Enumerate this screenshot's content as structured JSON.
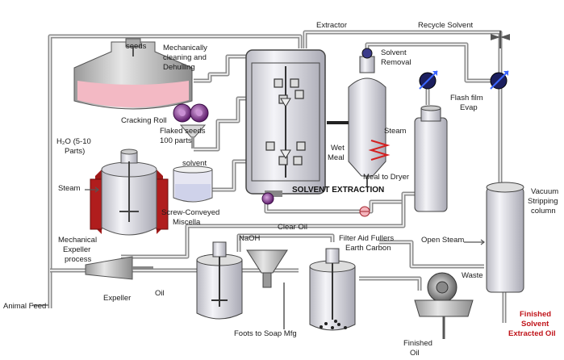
{
  "labels": {
    "seeds": "seeds",
    "mech_cleaning": [
      "Mechanically",
      "cleaning and",
      "Dehulling"
    ],
    "cracking_roll": "Cracking Roll",
    "flaked_seeds": [
      "Flaked seeds",
      "100 parts"
    ],
    "water": [
      "H₂O (5-10",
      "Parts)"
    ],
    "steam_left": "Steam",
    "solvent": "solvent",
    "screw_conveyed": [
      "Screw-Conveyed",
      "Miscella"
    ],
    "mech_expeller": [
      "Mechanical",
      "Expeller",
      "process"
    ],
    "expeller": "Expeller",
    "oil": "Oil",
    "animal_feed": "Animal Feed",
    "extractor": "Extractor",
    "recycle_solvent": "Recycle Solvent",
    "solvent_removal": [
      "Solvent",
      "Removal"
    ],
    "steam_mid": "Steam",
    "wet_meal": [
      "Wet",
      "Meal"
    ],
    "meal_to_dryer": "Meal to Dryer",
    "solvent_extraction": "SOLVENT EXTRACTION",
    "flash_film": [
      "Flash film",
      "Evap"
    ],
    "vacuum_stripping": [
      "Vacuum",
      "Stripping",
      "column"
    ],
    "open_steam": "Open Steam",
    "waste": "Waste",
    "naoh": "NaOH",
    "clear_oil": "Clear Oil",
    "filter_aid": [
      "Filter Aid Fullers",
      "Earth Carbon"
    ],
    "foots": "Foots to Soap Mfg",
    "finished_oil": [
      "Finished",
      "Oil"
    ],
    "finished_solvent": [
      "Finished",
      "Solvent",
      "Extracted Oil"
    ]
  },
  "colors": {
    "pipe": "#8c8c8c",
    "vessel": "#e8e8ee",
    "hopper_fill": "#f3b9c4",
    "jacket": "#a01818",
    "pump": "#7a2a8a",
    "steam_coil": "#d42020",
    "finished_label": "#c0141a"
  }
}
